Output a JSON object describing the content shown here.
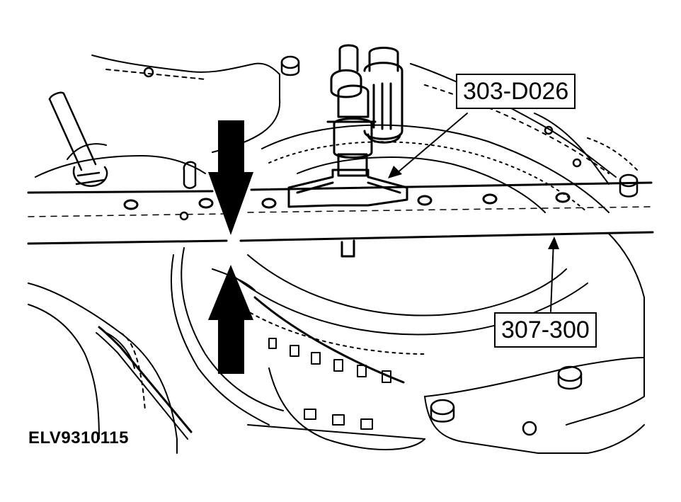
{
  "callouts": {
    "tool_upper": "303-D026",
    "tool_lower": "307-300"
  },
  "figure_id": "ELV9310115",
  "colors": {
    "ink": "#000000",
    "paper": "#ffffff"
  }
}
